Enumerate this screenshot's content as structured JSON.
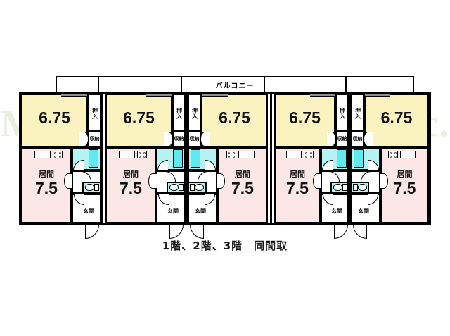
{
  "document": {
    "type": "floor-plan",
    "caption": "1階、2階、3階　同間取",
    "watermark": "MoTo REAL ESTATE Inc."
  },
  "balcony": {
    "label": "バルコニー"
  },
  "labels": {
    "tatami_area": "6.75",
    "living_name": "居間",
    "living_area": "7.5",
    "closet_upper": "押入",
    "closet_lower": "収納",
    "entrance": "玄関"
  },
  "colors": {
    "tatami": "#fbf3bf",
    "living": "#fce7e7",
    "wet_area": "#b3f3f3",
    "bathtub": "#5fe9f2",
    "wall": "#000000",
    "watermark": "#e8efe0",
    "background": "#ffffff"
  },
  "units": [
    {
      "id": "unit-1",
      "mirrored": false,
      "tatami_area": "6.75",
      "living_name": "居間",
      "living_area": "7.5",
      "entrance": "玄関",
      "closet_upper": "押入",
      "closet_lower": "収納"
    },
    {
      "id": "unit-2",
      "mirrored": false,
      "tatami_area": "6.75",
      "living_name": "居間",
      "living_area": "7.5",
      "entrance": "玄関",
      "closet_upper": "押入",
      "closet_lower": "収納"
    },
    {
      "id": "unit-3",
      "mirrored": true,
      "tatami_area": "6.75",
      "living_name": "居間",
      "living_area": "7.5",
      "entrance": "玄関",
      "closet_upper": "押入",
      "closet_lower": "収納"
    },
    {
      "id": "unit-4",
      "mirrored": false,
      "tatami_area": "6.75",
      "living_name": "居間",
      "living_area": "7.5",
      "entrance": "玄関",
      "closet_upper": "押入",
      "closet_lower": "収納"
    },
    {
      "id": "unit-5",
      "mirrored": true,
      "tatami_area": "6.75",
      "living_name": "居間",
      "living_area": "7.5",
      "entrance": "玄関",
      "closet_upper": "押入",
      "closet_lower": "収納"
    }
  ]
}
